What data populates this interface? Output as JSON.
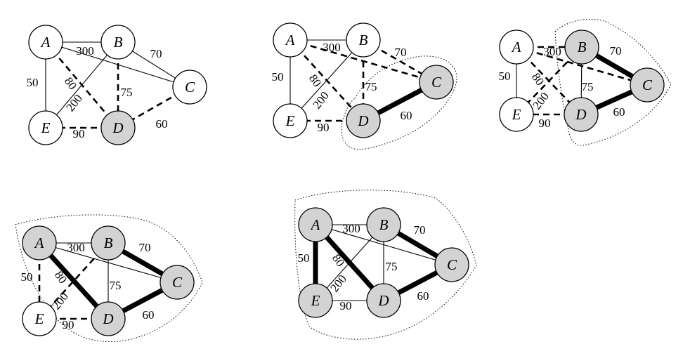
{
  "colors": {
    "in_tree_fill": "#d3d3d3",
    "out_tree_fill": "#ffffff",
    "stroke": "#000000"
  },
  "nodes": [
    "A",
    "B",
    "C",
    "D",
    "E"
  ],
  "edges": [
    {
      "id": "AB",
      "from": "A",
      "to": "B",
      "weight": "300"
    },
    {
      "id": "AC",
      "from": "A",
      "to": "C",
      "weight": ""
    },
    {
      "id": "AD",
      "from": "A",
      "to": "D",
      "weight": "80"
    },
    {
      "id": "AE",
      "from": "A",
      "to": "E",
      "weight": "50"
    },
    {
      "id": "BC",
      "from": "B",
      "to": "C",
      "weight": "70"
    },
    {
      "id": "BD",
      "from": "B",
      "to": "D",
      "weight": "75"
    },
    {
      "id": "BE",
      "from": "B",
      "to": "E",
      "weight": "200"
    },
    {
      "id": "CD",
      "from": "C",
      "to": "D",
      "weight": "60"
    },
    {
      "id": "DE",
      "from": "D",
      "to": "E",
      "weight": "90"
    }
  ],
  "steps": [
    {
      "tree": [
        "D"
      ],
      "tree_edges": [],
      "candidate_edges": [
        "AD",
        "BD",
        "CD",
        "DE"
      ]
    },
    {
      "tree": [
        "C",
        "D"
      ],
      "tree_edges": [
        "CD"
      ],
      "candidate_edges": [
        "AC",
        "AD",
        "BC",
        "BD",
        "DE"
      ]
    },
    {
      "tree": [
        "B",
        "C",
        "D"
      ],
      "tree_edges": [
        "BC",
        "CD"
      ],
      "candidate_edges": [
        "AB",
        "AC",
        "AD",
        "BE",
        "DE"
      ]
    },
    {
      "tree": [
        "A",
        "B",
        "C",
        "D"
      ],
      "tree_edges": [
        "AD",
        "BC",
        "CD"
      ],
      "candidate_edges": [
        "AE",
        "BE",
        "DE"
      ]
    },
    {
      "tree": [
        "A",
        "B",
        "C",
        "D",
        "E"
      ],
      "tree_edges": [
        "AD",
        "AE",
        "BC",
        "CD"
      ],
      "candidate_edges": []
    }
  ]
}
